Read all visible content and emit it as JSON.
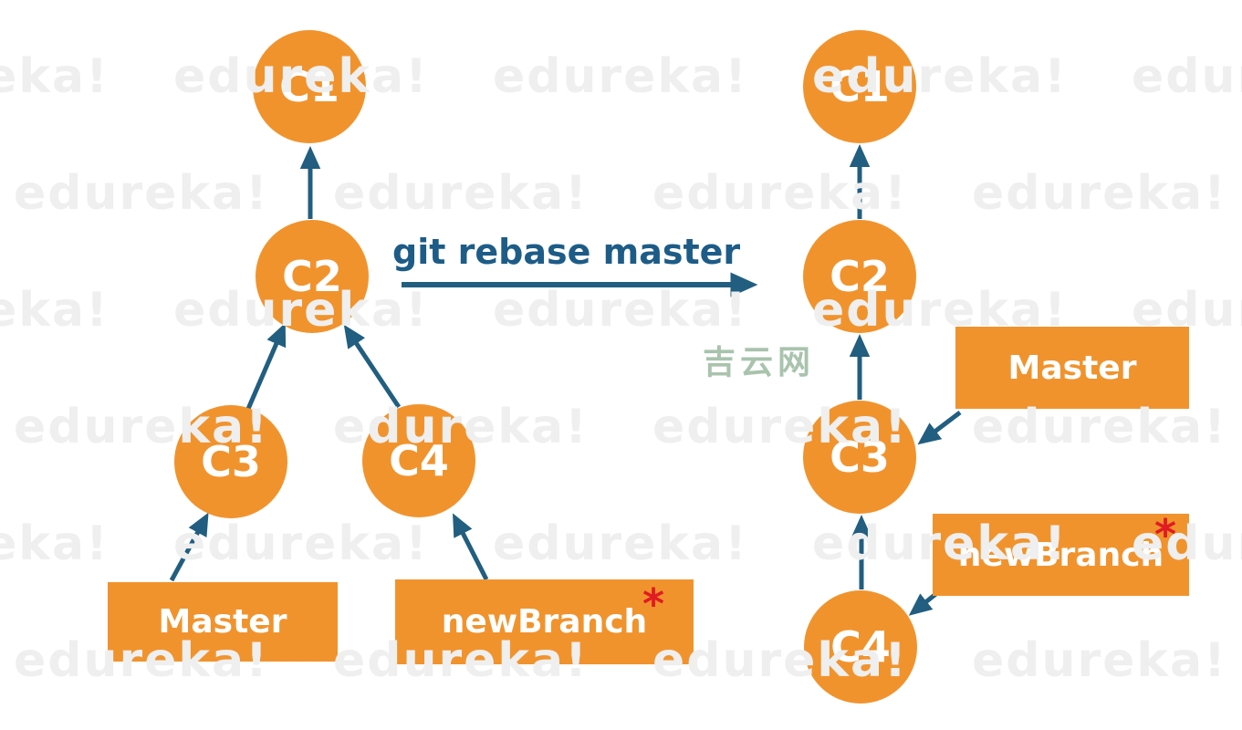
{
  "diagram": {
    "command_label": "git rebase master",
    "before": {
      "commits": {
        "c1": "C1",
        "c2": "C2",
        "c3": "C3",
        "c4": "C4"
      },
      "branches": {
        "master": "Master",
        "new_branch": "newBranch",
        "head_marker": "*"
      }
    },
    "after": {
      "commits": {
        "c1": "C1",
        "c2": "C2",
        "c3": "C3",
        "c4": "C4"
      },
      "branches": {
        "master": "Master",
        "new_branch": "newBranch",
        "head_marker": "*"
      }
    }
  },
  "watermarks": {
    "brand": "edureka!",
    "site": "吉云网"
  },
  "colors": {
    "commit_fill": "#F1932D",
    "arrow": "#215E80",
    "command_text": "#1D5C87",
    "head_marker": "#E11B23",
    "node_text": "#FFFFFF",
    "brand_watermark": "#EFEFEF",
    "site_watermark": "#A9C3AD",
    "background": "#FFFFFF"
  }
}
